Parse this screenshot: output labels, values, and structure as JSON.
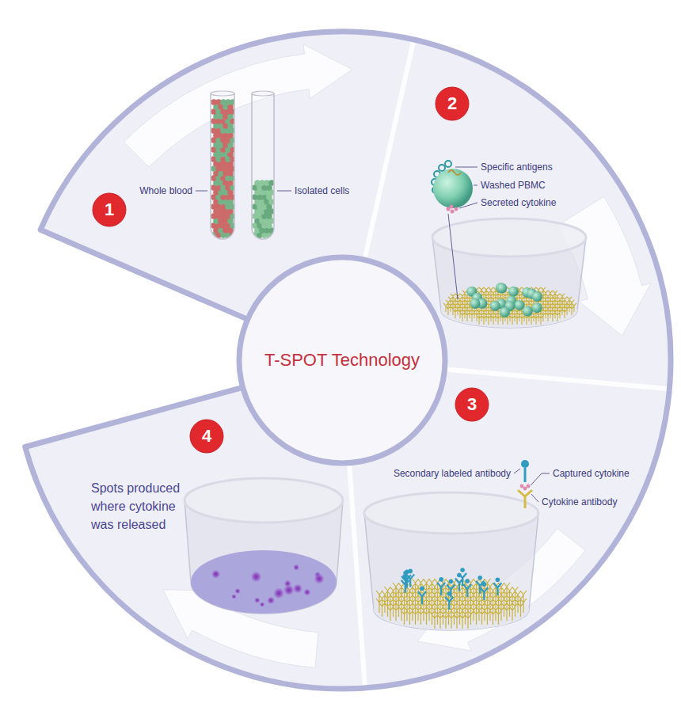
{
  "diagram": {
    "nodes": [
      {
        "text": [
          "1"
        ]
      },
      {
        "text": [
          "2"
        ]
      },
      {
        "text": [
          "3"
        ]
      },
      {
        "text": [
          "4"
        ]
      },
      {
        "text": [
          "T-SPOT Technology"
        ]
      }
    ],
    "labels": [
      "Whole blood",
      "Isolated cells",
      "Specific antigens",
      "Washed PBMC",
      "Secreted cytokine",
      "Secondary labeled antibody",
      "Captured cytokine",
      "Cytokine antibody",
      "Spots produced where cytokine was released"
    ]
  }
}
